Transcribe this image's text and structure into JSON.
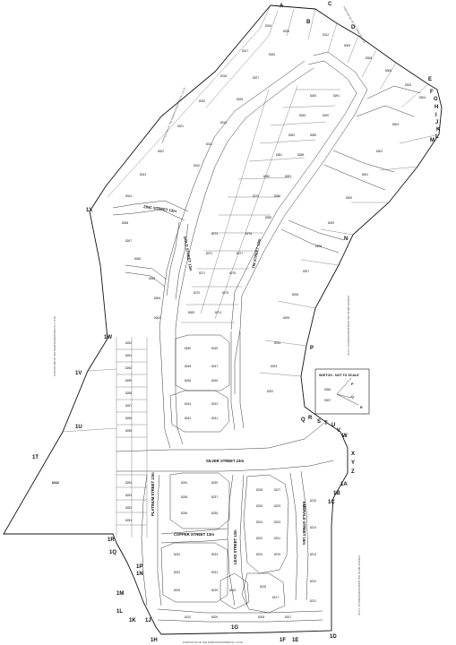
{
  "map": {
    "key_map": {
      "title": "SKETCH - NOT TO SCALE",
      "labels": [
        "P",
        "Q",
        "R"
      ],
      "erf_labels": [
        "5356",
        "5357"
      ]
    },
    "streets": [
      "ZINC STREET 13m",
      "GOLD STREET 13m",
      "SILVER STREET 23m",
      "PLATINUM STREET 13m",
      "COPPER STREET 13m",
      "LEAD STREET 13m",
      "EMERALD STREET 16m",
      "TIN STREET 13m"
    ],
    "boundary_labels": [
      "A",
      "B",
      "C",
      "D",
      "E",
      "F",
      "G",
      "H",
      "I",
      "J",
      "K",
      "L",
      "M",
      "N",
      "P",
      "Q",
      "R",
      "S",
      "T",
      "U",
      "V",
      "W",
      "X",
      "Y",
      "Z",
      "1A",
      "1B",
      "1C",
      "1D",
      "1E",
      "1F",
      "1G",
      "1H",
      "1J",
      "1K",
      "1L",
      "1M",
      "1N",
      "1P",
      "1Q",
      "1R",
      "1T",
      "1U",
      "1V",
      "1W",
      "1X"
    ],
    "erf_numbers": [
      "8316",
      "8317",
      "8318",
      "8320",
      "8321",
      "8322",
      "8323",
      "8324",
      "8325",
      "8326",
      "8327",
      "8328",
      "8313",
      "8311",
      "8310",
      "8312",
      "8309",
      "8308",
      "8306",
      "8305",
      "8304",
      "8303",
      "8302",
      "8301",
      "8300",
      "8299",
      "8298",
      "8297",
      "8296",
      "8295",
      "8294",
      "8293",
      "8292",
      "8291",
      "8290",
      "8289",
      "8288",
      "8287",
      "8286",
      "8285",
      "8284",
      "8283",
      "8282",
      "8281",
      "8280",
      "8279",
      "8278",
      "8277",
      "8276",
      "8275",
      "8274",
      "8273",
      "8272",
      "8271",
      "8270",
      "8269",
      "8268",
      "8267",
      "8266",
      "8265",
      "8264",
      "8263",
      "8262",
      "8261",
      "8260",
      "8259",
      "8258",
      "8257",
      "8256",
      "8255",
      "8254",
      "8253",
      "8252",
      "8251",
      "8250",
      "8249",
      "8248",
      "8247",
      "8246",
      "8245",
      "8244",
      "8243",
      "8242",
      "8241",
      "8240",
      "8239",
      "8238",
      "8237",
      "8236",
      "8235",
      "8234",
      "8233",
      "8232",
      "8231",
      "8230",
      "8229",
      "8228",
      "8227",
      "8226",
      "8225",
      "8224",
      "8223",
      "8222",
      "8221",
      "8220",
      "8219",
      "8218",
      "8217",
      "8216",
      "8215",
      "8214",
      "8213",
      "8212",
      "8211",
      "8210",
      "8209",
      "8208",
      "8207",
      "8206",
      "8205",
      "8204",
      "8203",
      "8202",
      "8201",
      "8200",
      "8199",
      "8198",
      "8197",
      "8196",
      "8195",
      "8194",
      "8193",
      "8192",
      "8191",
      "8190",
      "8189",
      "8188",
      "8187",
      "8186",
      "8185",
      "8184",
      "8183",
      "8182",
      "8181",
      "8180",
      "8179",
      "8178",
      "8177",
      "8176",
      "8175",
      "8174",
      "8173",
      "8172",
      "8171",
      "8170",
      "8169",
      "8168",
      "8167",
      "8166",
      "8165",
      "8164",
      "8163",
      "8162",
      "8161",
      "8160",
      "8159",
      "8158",
      "8157",
      "8156",
      "8155",
      "8154",
      "8153",
      "8152",
      "8151",
      "8150",
      "8149",
      "8148",
      "8147",
      "8146",
      "8145",
      "8144",
      "8143",
      "8142",
      "8141",
      "8140",
      "8139",
      "8138",
      "8137",
      "8136",
      "8135",
      "8134",
      "8133",
      "8132",
      "8131",
      "8130",
      "8129",
      "8128",
      "8127",
      "8126",
      "8125",
      "8124",
      "8123",
      "8122",
      "8121",
      "8120",
      "8119",
      "8118",
      "8117",
      "8116",
      "8115",
      "8114",
      "8113",
      "8112",
      "8111",
      "8110",
      "8109",
      "8108",
      "8107",
      "8106",
      "8105",
      "8104",
      "8103",
      "8102",
      "8101",
      "8100"
    ],
    "remainder_labels": [
      "PORTION 367 OF THE FARM 202/23 IR",
      "PORTION 365 OF THE FARM ROOIKOPPIES No. 173 IR",
      "PORTION 366 OF THE FARM ROOIKOPPIES No. 173 IR",
      "PORTION 368 OF THE FARM ROOIKOPPIES No. 173 IR",
      "PORTION 369 OF THE FARM ROOIKOPPIES No. 173 IR",
      "PORTION 370 OF THE FARM ROOIKOPPIES No. 173 IR"
    ],
    "large_erf": "8442"
  }
}
